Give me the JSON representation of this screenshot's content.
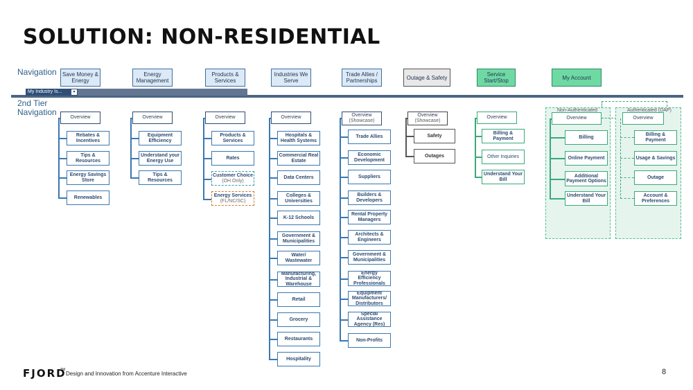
{
  "title": "SOLUTION: NON-RESIDENTIAL",
  "nav_label": "Navigation",
  "tier2_label": [
    "2nd Tier",
    "Navigation"
  ],
  "industry_select": "My Industry Is...",
  "industry_arrow": "▾",
  "columns": [
    {
      "header": "Save Money & Energy",
      "overview": "Overview",
      "items": [
        {
          "label": "Rebates & Incentives"
        },
        {
          "label": "Tips & Resources"
        },
        {
          "label": "Energy Savings Store"
        },
        {
          "label": "Renewables"
        }
      ]
    },
    {
      "header": "Energy Management",
      "overview": "Overview",
      "items": [
        {
          "label": "Equipment Efficiency"
        },
        {
          "label": "Understand your Energy Use"
        },
        {
          "label": "Tips & Resources"
        }
      ]
    },
    {
      "header": "Products & Services",
      "overview": "Overview",
      "items": [
        {
          "label": "Products & Services"
        },
        {
          "label": "Rates"
        },
        {
          "label": "Customer Choice",
          "note": "(OH Only)"
        },
        {
          "label": "Energy Services",
          "note": "(FL/NC/SC)"
        }
      ]
    },
    {
      "header": "Industries We Serve",
      "overview": "Overview",
      "items": [
        {
          "label": "Hospitals & Health Systems"
        },
        {
          "label": "Commercial Real Estate"
        },
        {
          "label": "Data Centers"
        },
        {
          "label": "Colleges & Universities"
        },
        {
          "label": "K-12 Schools"
        },
        {
          "label": "Government & Municipalities"
        },
        {
          "label": "Water/ Wastewater"
        },
        {
          "label": "Manufacturing, Industrial & Warehouse"
        },
        {
          "label": "Retail"
        },
        {
          "label": "Grocery"
        },
        {
          "label": "Restaurants"
        },
        {
          "label": "Hospitality"
        }
      ]
    },
    {
      "header": "Trade Allies / Partnerships",
      "overview": "Overview",
      "overview_note": "(Showcase)",
      "items": [
        {
          "label": "Trade Allies"
        },
        {
          "label": "Economic Development"
        },
        {
          "label": "Suppliers"
        },
        {
          "label": "Builders & Developers"
        },
        {
          "label": "Rental Property Managers"
        },
        {
          "label": "Architects & Engineers"
        },
        {
          "label": "Government & Municipalities"
        },
        {
          "label": "Energy Efficiency Professionals"
        },
        {
          "label": "Equipment Manufacturers/ Distributors"
        },
        {
          "label": "Special Assistance Agency (Res)"
        },
        {
          "label": "Non-Profits"
        }
      ]
    },
    {
      "header": "Outage & Safety",
      "overview": "Overview",
      "overview_note": "(Showcase)",
      "items": [
        {
          "label": "Safety"
        },
        {
          "label": "Outages"
        }
      ]
    },
    {
      "header": "Service Start/Stop",
      "overview": "Overview",
      "items": [
        {
          "label": "Billing & Payment"
        },
        {
          "label": "Other Inquiries"
        },
        {
          "label": "Understand Your Bill"
        }
      ]
    },
    {
      "header": "My Account"
    }
  ],
  "non_auth": {
    "label": "Non-Authenticated",
    "overview": "Overview",
    "items": [
      {
        "label": "Billing"
      },
      {
        "label": "Online Payment"
      },
      {
        "label": "Additional Payment Options"
      },
      {
        "label": "Understand Your Bill"
      }
    ]
  },
  "auth": {
    "label": "Authenticated (DAP)",
    "overview": "Overview",
    "items": [
      {
        "label": "Billing & Payment"
      },
      {
        "label": "Usage & Savings"
      },
      {
        "label": "Outage"
      },
      {
        "label": "Account & Preferences"
      }
    ]
  },
  "footer": {
    "logo": "FJORD",
    "tm": "TM",
    "text": "Design and Innovation from Accenture Interactive",
    "page": "8"
  }
}
